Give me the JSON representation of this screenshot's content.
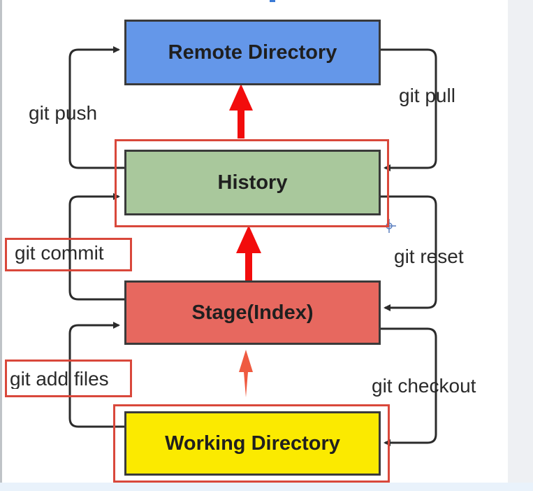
{
  "boxes": {
    "remote": "Remote Directory",
    "history": "History",
    "stage": "Stage(Index)",
    "working": "Working Directory"
  },
  "commands": {
    "push": "git push",
    "pull": "git pull",
    "commit": "git commit",
    "reset": "git reset",
    "add": "git add files",
    "checkout": "git checkout"
  },
  "colors": {
    "remote_fill": "#6497e9",
    "history_fill": "#a9c89c",
    "stage_fill": "#e7685f",
    "working_fill": "#fbea00",
    "highlight": "#d9483b",
    "arrow_red": "#f20c0c",
    "connector": "#2b2b2b"
  }
}
